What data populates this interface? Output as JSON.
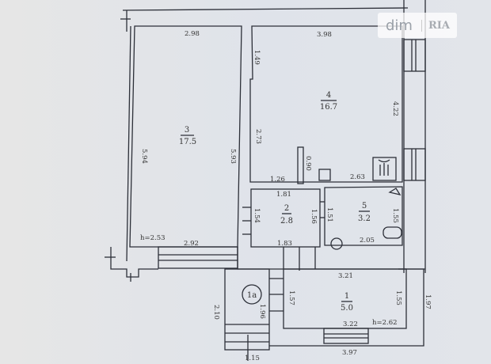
{
  "watermark": {
    "brand_left": "dim",
    "brand_right": "RIA"
  },
  "rooms": [
    {
      "number": "3",
      "area": "17.5"
    },
    {
      "number": "4",
      "area": "16.7"
    },
    {
      "number": "2",
      "area": "2.8"
    },
    {
      "number": "5",
      "area": "3.2"
    },
    {
      "number": "1",
      "area": "5.0"
    },
    {
      "number": "1a"
    }
  ],
  "dimensions": {
    "r3_top": "2.98",
    "r3_left": "5.94",
    "r3_right": "5.93",
    "r3_bottom": "2.92",
    "r3_height": "h=2.53",
    "r4_top": "3.98",
    "r4_left_upper": "1.49",
    "r4_left_lower": "2.73",
    "r4_right": "4.22",
    "r4_bottom": "2.63",
    "r4_niche": "0.90",
    "r4_small": "1.26",
    "r2_top": "1.81",
    "r2_left": "1.54",
    "r2_right": "1.56",
    "r2_bottom": "1.83",
    "r5_left": "1.51",
    "r5_right": "1.55",
    "r5_bottom": "2.05",
    "r1_top": "3.21",
    "r1_left": "1.57",
    "r1_right": "1.55",
    "r1_bottom": "3.22",
    "r1_height": "h=2.62",
    "r1a_left": "2.10",
    "r1a_right": "1.96",
    "r1a_bottom": "1.15",
    "outer_right": "1.97",
    "outer_bottom": "3.97"
  }
}
